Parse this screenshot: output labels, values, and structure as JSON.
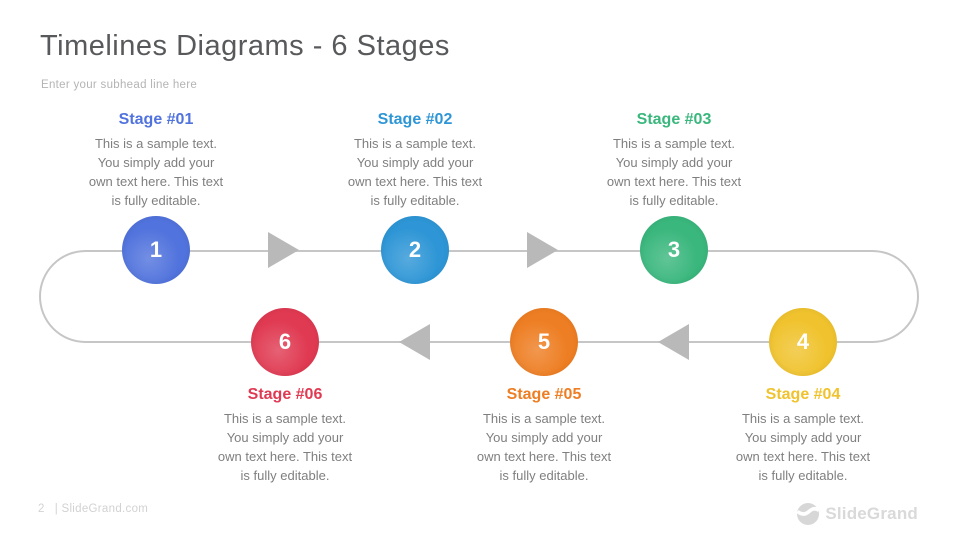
{
  "slide": {
    "title": "Timelines Diagrams - 6 Stages",
    "subtitle": "Enter your subhead line here"
  },
  "stages": [
    {
      "name": "Stage #01",
      "number": "1",
      "color": "#5173dd",
      "lines": [
        "This is a sample text.",
        "You simply add your",
        "own text here. This text",
        "is fully editable."
      ]
    },
    {
      "name": "Stage #02",
      "number": "2",
      "color": "#2e96d6",
      "lines": [
        "This is a sample text.",
        "You simply add your",
        "own text here. This text",
        "is fully editable."
      ]
    },
    {
      "name": "Stage #03",
      "number": "3",
      "color": "#3ab77d",
      "lines": [
        "This is a sample text.",
        "You simply add your",
        "own text here. This text",
        "is fully editable."
      ]
    },
    {
      "name": "Stage #04",
      "number": "4",
      "color": "#f0c32e",
      "lines": [
        "This is a sample text.",
        "You simply add your",
        "own text here. This text",
        "is fully editable."
      ]
    },
    {
      "name": "Stage #05",
      "number": "5",
      "color": "#ee7e23",
      "lines": [
        "This is a sample text.",
        "You simply add your",
        "own text here. This text",
        "is fully editable."
      ]
    },
    {
      "name": "Stage #06",
      "number": "6",
      "color": "#e03a52",
      "lines": [
        "This is a sample text.",
        "You simply add your",
        "own text here. This text",
        "is fully editable."
      ]
    }
  ],
  "timeline": {
    "track_color": "#c6c6c6",
    "arrow_color": "#b9b9b9"
  },
  "footer": {
    "page_number": "2",
    "source": "| SlideGrand.com",
    "brand": "SlideGrand",
    "brand_color": "#d9d9d9",
    "icon_color": "#d7d7d7"
  }
}
